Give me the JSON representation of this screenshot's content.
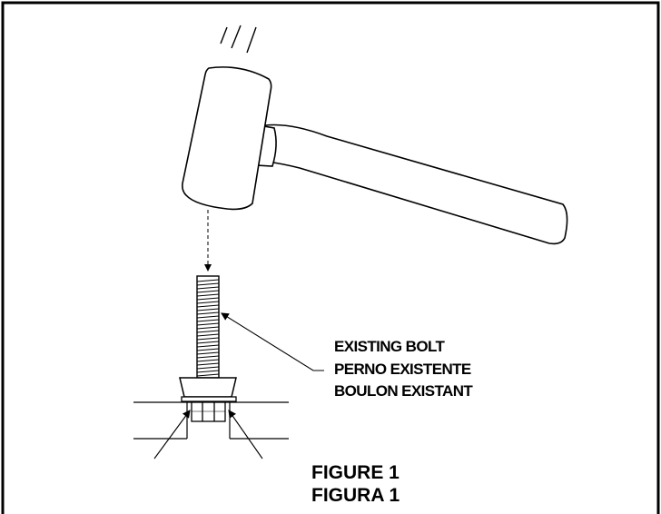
{
  "callout": {
    "line_en": "EXISTING BOLT",
    "line_es": "PERNO EXISTENTE",
    "line_fr": "BOULON EXISTANT"
  },
  "caption": {
    "en": "FIGURE 1",
    "es": "FIGURA 1"
  },
  "icons": [
    "hammer-icon",
    "bolt-icon",
    "nut-icon",
    "washer-icon",
    "arrow-icon",
    "motion-lines-icon"
  ],
  "colors": {
    "ink": "#000000",
    "paper": "#ffffff"
  }
}
